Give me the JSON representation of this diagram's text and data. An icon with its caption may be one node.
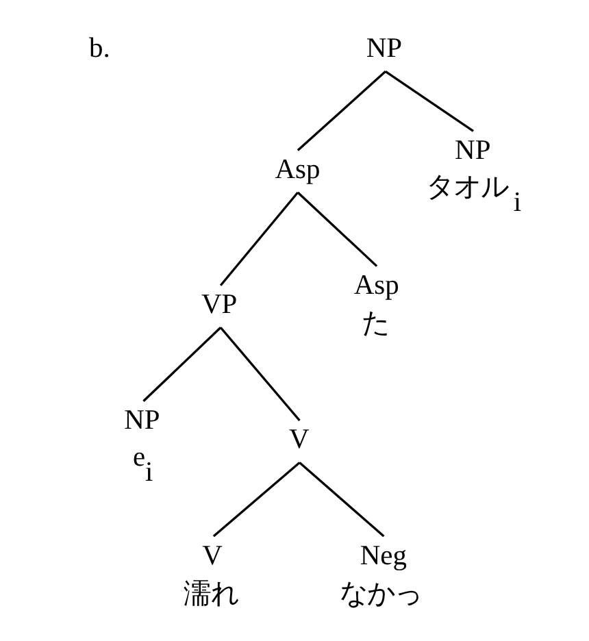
{
  "diagram": {
    "nodes": [
      {
        "text": [
          "NP"
        ]
      },
      {
        "text": [
          "Asp"
        ]
      },
      {
        "text": [
          "NP",
          "タオル$_{i}$"
        ]
      },
      {
        "text": [
          "VP"
        ]
      },
      {
        "text": [
          "Asp",
          "た"
        ]
      },
      {
        "text": [
          "NP",
          "e$_{i}$"
        ]
      },
      {
        "text": [
          "V"
        ]
      },
      {
        "text": [
          "V",
          "濡れ"
        ]
      },
      {
        "text": [
          "Neg",
          "なかっ"
        ]
      }
    ],
    "edges": [
      {
        "from": 0,
        "to": 1,
        "arrow": "none"
      },
      {
        "from": 0,
        "to": 2,
        "arrow": "none"
      },
      {
        "from": 1,
        "to": 3,
        "arrow": "none"
      },
      {
        "from": 1,
        "to": 4,
        "arrow": "none"
      },
      {
        "from": 3,
        "to": 5,
        "arrow": "none"
      },
      {
        "from": 3,
        "to": 6,
        "arrow": "none"
      },
      {
        "from": 6,
        "to": 7,
        "arrow": "none"
      },
      {
        "from": 6,
        "to": 8,
        "arrow": "none"
      }
    ],
    "labels": [
      "b."
    ]
  }
}
